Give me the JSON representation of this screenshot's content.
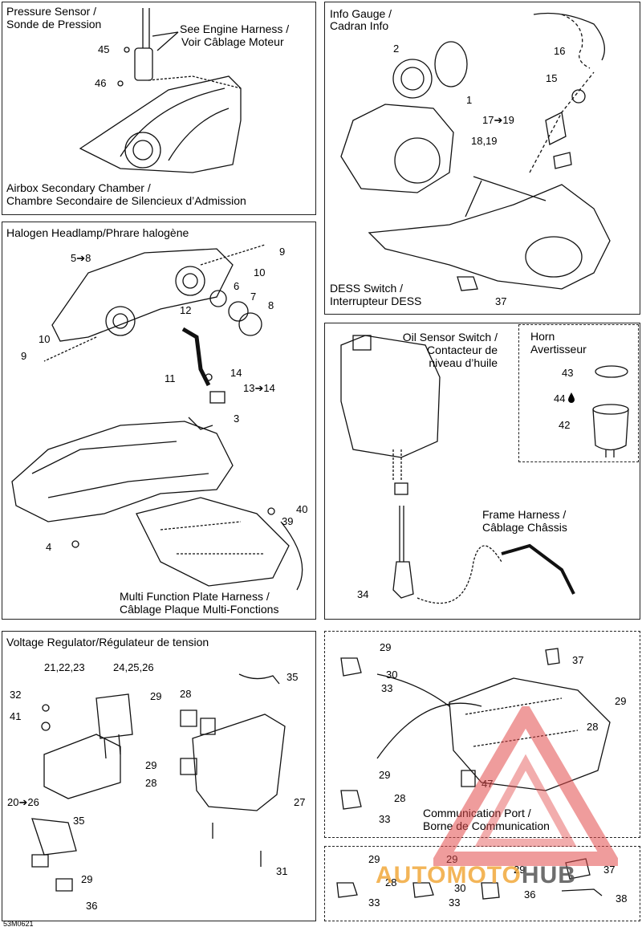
{
  "panels": {
    "pressure": {
      "title_en": "Pressure Sensor /",
      "title_fr": "Sonde de Pression",
      "callout_1": "See Engine Harness /",
      "callout_2": "Voir Câblage Moteur",
      "bottom_1": "Airbox Secondary Chamber /",
      "bottom_2": "Chambre Secondaire de Silencieux d’Admission",
      "parts": [
        "45",
        "46"
      ]
    },
    "info_gauge": {
      "title_en": "Info Gauge /",
      "title_fr": "Cadran Info",
      "dess_1": "DESS Switch /",
      "dess_2": "Interrupteur DESS",
      "parts": [
        "2",
        "1",
        "16",
        "15",
        "17➔19",
        "18,19",
        "37"
      ]
    },
    "headlamp": {
      "title": "Halogen Headlamp/Phrare halogène",
      "harness_1": "Multi Function Plate Harness /",
      "harness_2": "Câblage Plaque Multi-Fonctions",
      "parts": [
        "5➔8",
        "9",
        "10",
        "6",
        "7",
        "8",
        "12",
        "10",
        "9",
        "14",
        "11",
        "13➔14",
        "3",
        "40",
        "39",
        "4"
      ]
    },
    "oil_sensor": {
      "title_1": "Oil Sensor Switch /",
      "title_2": "Contacteur de",
      "title_3": "niveau d’huile",
      "frame_1": "Frame Harness /",
      "frame_2": "Câblage Châssis",
      "parts": [
        "34"
      ]
    },
    "horn": {
      "title_1": "Horn",
      "title_2": "Avertisseur",
      "parts": [
        "43",
        "44",
        "42"
      ]
    },
    "voltage": {
      "title": "Voltage Regulator/Régulateur de tension",
      "parts": [
        "21,22,23",
        "24,25,26",
        "35",
        "32",
        "29",
        "28",
        "41",
        "29",
        "28",
        "20➔26",
        "27",
        "35",
        "29",
        "31",
        "36"
      ]
    },
    "comm": {
      "port_1": "Communication Port /",
      "port_2": "Borne de Communication",
      "parts": [
        "29",
        "30",
        "33",
        "37",
        "29",
        "28",
        "29",
        "28",
        "33",
        "47"
      ]
    },
    "bottom": {
      "parts": [
        "29",
        "28",
        "33",
        "29",
        "30",
        "33",
        "29",
        "36",
        "37",
        "38"
      ]
    }
  },
  "drawing_code": "53M0621",
  "watermark": {
    "text_1": "AUTOMOTO",
    "text_2": "HUB"
  }
}
